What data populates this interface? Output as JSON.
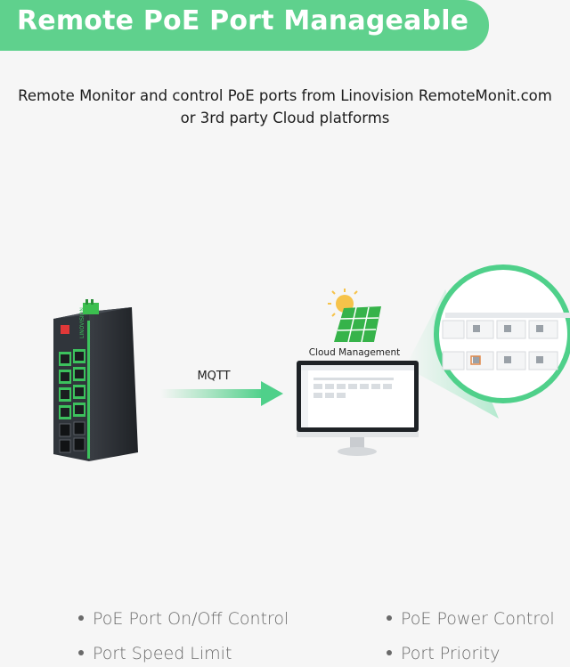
{
  "header": {
    "title": "Remote PoE Port Manageable"
  },
  "subtitle": {
    "line1": "Remote Monitor and control PoE ports from Linovision RemoteMonit.com",
    "line2": "or 3rd party Cloud platforms"
  },
  "diagram": {
    "protocol_label": "MQTT",
    "cloud_label": "Cloud Management",
    "device_brand": "LINOVISION",
    "switch_icon": "poe-switch-icon",
    "solar_icon": "solar-panel-icon",
    "monitor_icon": "monitor-icon",
    "arrow_icon": "arrow-right-icon",
    "magnifier_icon": "magnifier-icon",
    "colors": {
      "accent": "#5fd18d",
      "green": "#3cc15d",
      "device": "#2a2e33"
    }
  },
  "features": [
    "PoE Port On/Off Control",
    "PoE Power Control",
    "Port Speed Limit",
    "Port Priority"
  ]
}
